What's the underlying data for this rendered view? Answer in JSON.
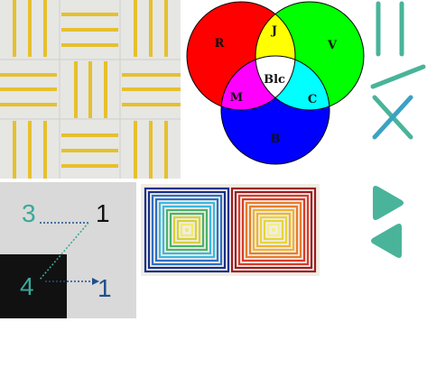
{
  "venn": {
    "labels": {
      "red": "R",
      "yellow": "J",
      "green": "V",
      "magenta": "M",
      "white": "Blc",
      "cyan": "C",
      "blue": "B"
    },
    "colors": {
      "red": "#ff0000",
      "green": "#00ff00",
      "blue": "#0000ff",
      "yellow": "#ffff00",
      "magenta": "#ff00ff",
      "cyan": "#00ffff",
      "white": "#ffffff"
    }
  },
  "sequence": {
    "top_left": "3",
    "top_right": "1",
    "bottom_left": "4",
    "bottom_right": "1",
    "colors": {
      "teal": "#3aa89a",
      "navy": "#1f4f8c",
      "black": "#111111"
    }
  },
  "basket_weave": {
    "colors": {
      "background": "#e6e6e3",
      "stripe": "#e6c02e"
    }
  },
  "concentric_squares": {
    "colors": [
      "#1a2f8a",
      "#2c6ec7",
      "#3db7e0",
      "#49b36a",
      "#d6d13a",
      "#f2ea6b"
    ],
    "colors_right": [
      "#9b1b22",
      "#d83a2c",
      "#ea7b2a",
      "#f0b133",
      "#e7d43a",
      "#f4ef8a"
    ]
  },
  "icons": {
    "accent": "#49b49a",
    "accent_alt": "#3ba2c4"
  }
}
